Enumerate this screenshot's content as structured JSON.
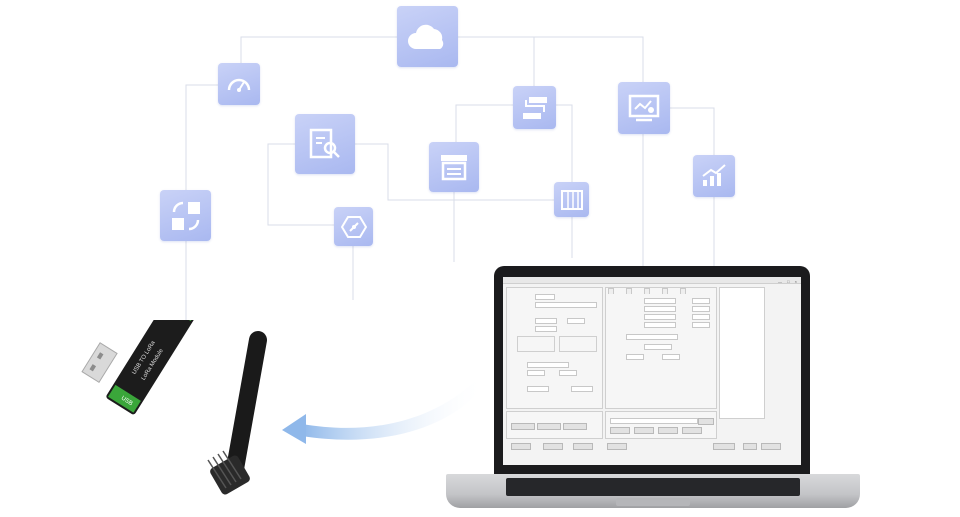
{
  "colors": {
    "tile_gradient_top": "#c9d2f7",
    "tile_gradient_bottom": "#a9b8f0",
    "connector_line": "#d9dde8",
    "arrow": "#8fb8ea",
    "laptop_bezel": "#1b1b1d",
    "usb_body": "#1c1c1c",
    "usb_accent": "#3aa63a"
  },
  "icons": [
    {
      "name": "cloud-icon"
    },
    {
      "name": "gauge-icon"
    },
    {
      "name": "document-search-icon"
    },
    {
      "name": "user-switch-icon"
    },
    {
      "name": "hexagon-network-icon"
    },
    {
      "name": "transfer-box-icon"
    },
    {
      "name": "flow-switch-icon"
    },
    {
      "name": "monitor-settings-icon"
    },
    {
      "name": "piano-keys-icon"
    },
    {
      "name": "growth-chart-icon"
    }
  ],
  "device": {
    "brand_label": "USB",
    "model_lines": [
      "USB TO LoRa",
      "LoRa Module"
    ]
  }
}
